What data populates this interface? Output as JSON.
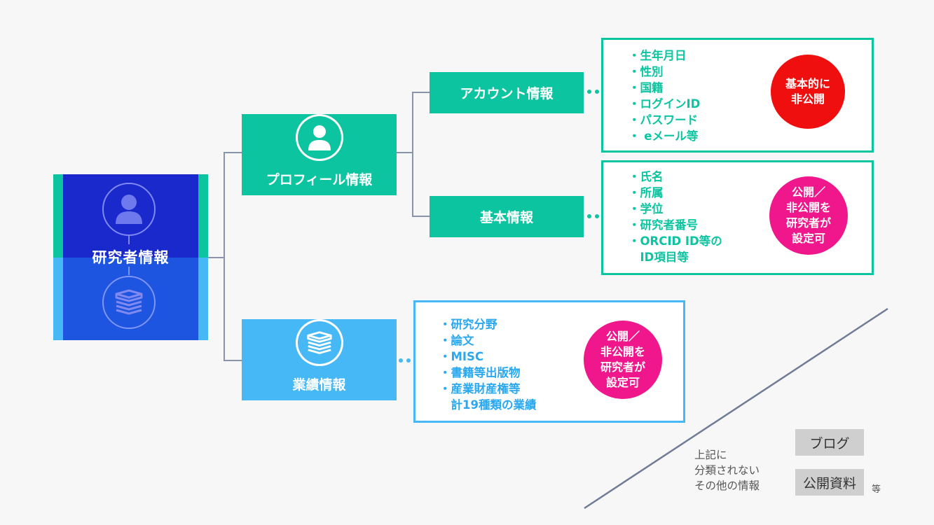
{
  "root": {
    "label": "研究者情報"
  },
  "profile": {
    "label": "プロフィール情報",
    "account": {
      "label": "アカウント情報",
      "items": [
        "・生年月日",
        "・性別",
        "・国籍",
        "・ログインID",
        "・パスワード",
        "・ eメール等"
      ],
      "badge_lines": [
        "基本的に",
        "非公開"
      ]
    },
    "basic": {
      "label": "基本情報",
      "items": [
        "・氏名",
        "・所属",
        "・学位",
        "・研究者番号",
        "・ORCID ID等の",
        "　ID項目等"
      ],
      "badge_lines": [
        "公開／",
        "非公開を",
        "研究者が",
        "設定可"
      ]
    }
  },
  "achievements": {
    "label": "業績情報",
    "items": [
      "・研究分野",
      "・論文",
      "・MISC",
      "・書籍等出版物",
      "・産業財産権等",
      "　計19種類の業績"
    ],
    "badge_lines": [
      "公開／",
      "非公開を",
      "研究者が",
      "設定可"
    ]
  },
  "other": {
    "note_lines": [
      "上記に",
      "分類されない",
      "その他の情報"
    ],
    "tags": [
      "ブログ",
      "公開資料"
    ],
    "suffix": "等"
  },
  "colors": {
    "root_blue": "#1a29cc",
    "green": "#0dc4a1",
    "light_blue": "#45b8f5",
    "red": "#f00f0f",
    "magenta": "#f0168c",
    "connector": "#8894aa"
  },
  "icons": [
    "person-icon",
    "books-icon"
  ]
}
